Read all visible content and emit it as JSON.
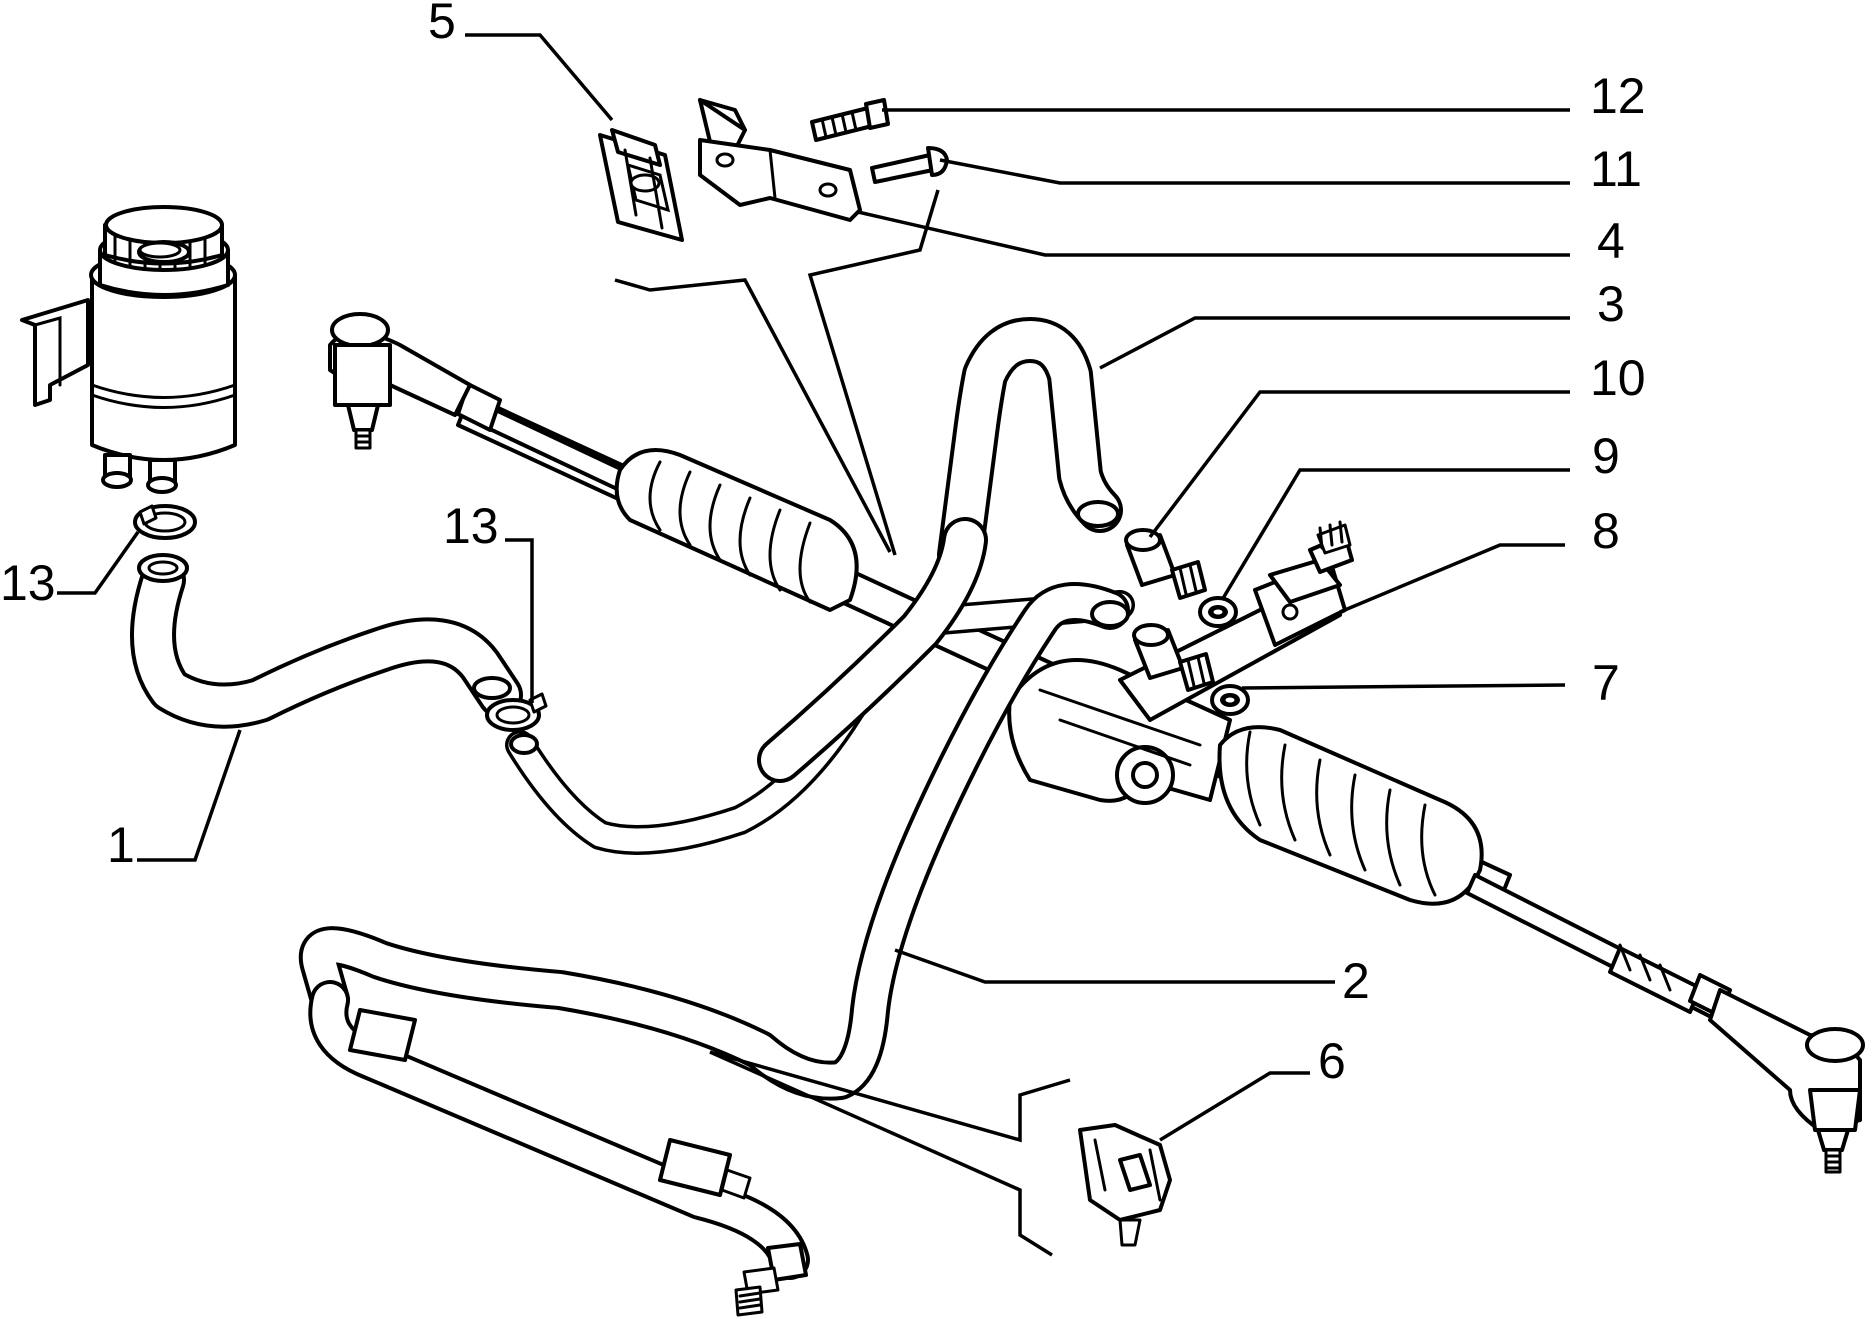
{
  "diagram": {
    "type": "exploded-parts-diagram",
    "line_color": "#000000",
    "background_color": "#ffffff"
  },
  "callouts": [
    {
      "id": "c1",
      "label": "1"
    },
    {
      "id": "c2",
      "label": "2"
    },
    {
      "id": "c3",
      "label": "3"
    },
    {
      "id": "c4",
      "label": "4"
    },
    {
      "id": "c5",
      "label": "5"
    },
    {
      "id": "c6",
      "label": "6"
    },
    {
      "id": "c7",
      "label": "7"
    },
    {
      "id": "c8",
      "label": "8"
    },
    {
      "id": "c9",
      "label": "9"
    },
    {
      "id": "c10",
      "label": "10"
    },
    {
      "id": "c11",
      "label": "11"
    },
    {
      "id": "c12",
      "label": "12"
    },
    {
      "id": "c13a",
      "label": "13"
    },
    {
      "id": "c13b",
      "label": "13"
    }
  ]
}
